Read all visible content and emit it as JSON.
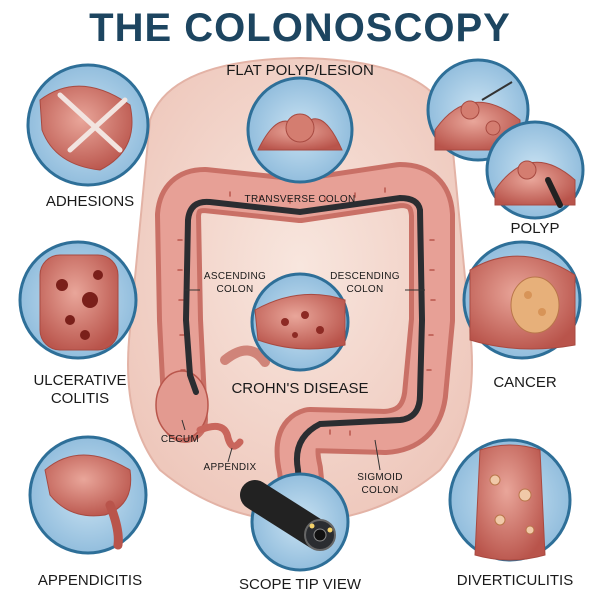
{
  "title": "THE COLONOSCOPY",
  "colors": {
    "title": "#1d4560",
    "circle_border": "#2e6f98",
    "circle_bg": "#a9cde6",
    "colon_wall": "#e2958d",
    "scope": "#2b2d31",
    "body_skin": "#f4dcd4"
  },
  "callouts": {
    "flat_polyp": "FLAT POLYP/LESION",
    "adhesions": "ADHESIONS",
    "polyp": "POLYP",
    "ulcerative_colitis_line1": "ULCERATIVE",
    "ulcerative_colitis_line2": "COLITIS",
    "cancer": "CANCER",
    "crohns": "CROHN'S DISEASE",
    "appendicitis": "APPENDICITIS",
    "scope_tip": "SCOPE TIP VIEW",
    "diverticulitis": "DIVERTICULITIS"
  },
  "anatomy": {
    "transverse": "TRANSVERSE COLON",
    "ascending_line1": "ASCENDING",
    "ascending_line2": "COLON",
    "descending_line1": "DESCENDING",
    "descending_line2": "COLON",
    "cecum": "CECUM",
    "appendix": "APPENDIX",
    "sigmoid_line1": "SIGMOID",
    "sigmoid_line2": "COLON"
  }
}
